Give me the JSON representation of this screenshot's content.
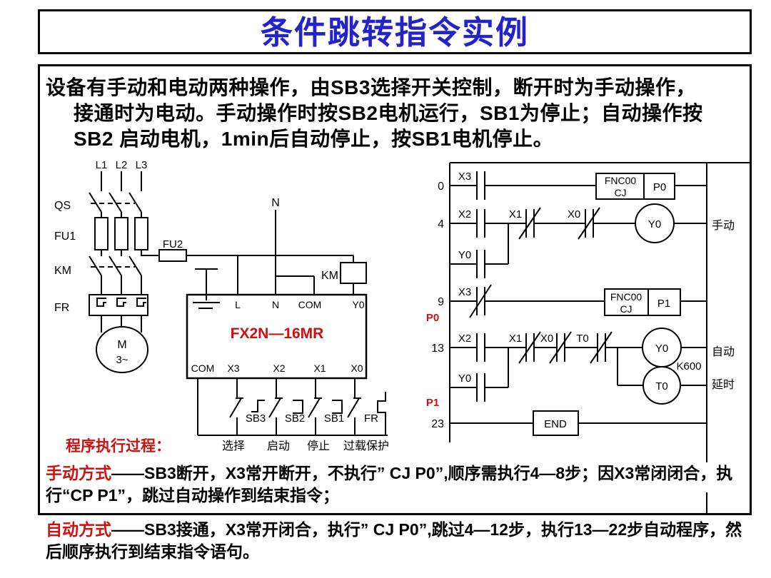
{
  "title": "条件跳转指令实例",
  "description": {
    "line1": "设备有手动和电动两种操作，由SB3选择开关控制，断开时为手动操作，",
    "line2": "接通时为电动。手动操作时按SB2电机运行，SB1为停止；自动操作按",
    "line3": "SB2 启动电机，1min后自动停止，按SB1电机停止。"
  },
  "circuit": {
    "phases": [
      "L1",
      "L2",
      "L3"
    ],
    "qs_label": "QS",
    "fu1_label": "FU1",
    "fu2_label": "FU2",
    "km_label": "KM",
    "fr_label": "FR",
    "neutral_label": "N",
    "motor_letter": "M",
    "motor_phase": "3~",
    "km_coil_label": "KM",
    "plc_model": "FX2N—16MR",
    "top_terminals": [
      "L",
      "N",
      "COM",
      "Y0"
    ],
    "bottom_terminals": [
      "COM",
      "X3",
      "X2",
      "X1",
      "X0"
    ],
    "switch_ids": [
      "SB3",
      "SB2",
      "SB1",
      "FR"
    ],
    "switch_functions": [
      "选择",
      "启动",
      "停止",
      "过载保护"
    ]
  },
  "ladder": {
    "rung_numbers": [
      "0",
      "4",
      "9",
      "13",
      "23"
    ],
    "p0": "P0",
    "p1": "P1",
    "r0": {
      "contact": "X3",
      "fnc1": "FNC00",
      "fnc2": "CJ",
      "ptr": "P0"
    },
    "r4": {
      "c1": "X2",
      "c2": "X1",
      "c3": "X0",
      "coil": "Y0",
      "branch": "Y0",
      "note": "手动"
    },
    "r9": {
      "contact": "X3",
      "fnc1": "FNC00",
      "fnc2": "CJ",
      "ptr": "P1"
    },
    "r13": {
      "c1": "X2",
      "c2": "X1",
      "c3": "X0",
      "c4": "T0",
      "coil1": "Y0",
      "k": "K600",
      "coil2": "T0",
      "branch": "Y0",
      "note1": "自动",
      "note2": "延时"
    },
    "r23": {
      "end": "END"
    }
  },
  "process": {
    "heading": "程序执行过程：",
    "manual_label": "手动方式",
    "manual_text": "——SB3断开，X3常开断开，不执行” CJ  P0”,顺序需执行4—8步；因X3常闭闭合，执行“CP  P1”，跳过自动操作到结束指令；",
    "auto_label": "自动方式",
    "auto_text": "——SB3接通，X3常开闭合，执行” CJ  P0”,跳过4—12步，执行13—22步自动程序，然后顺序执行到结束指令语句。"
  },
  "colors": {
    "accent_red": "#cc1111",
    "title_blue": "#2323c8"
  }
}
